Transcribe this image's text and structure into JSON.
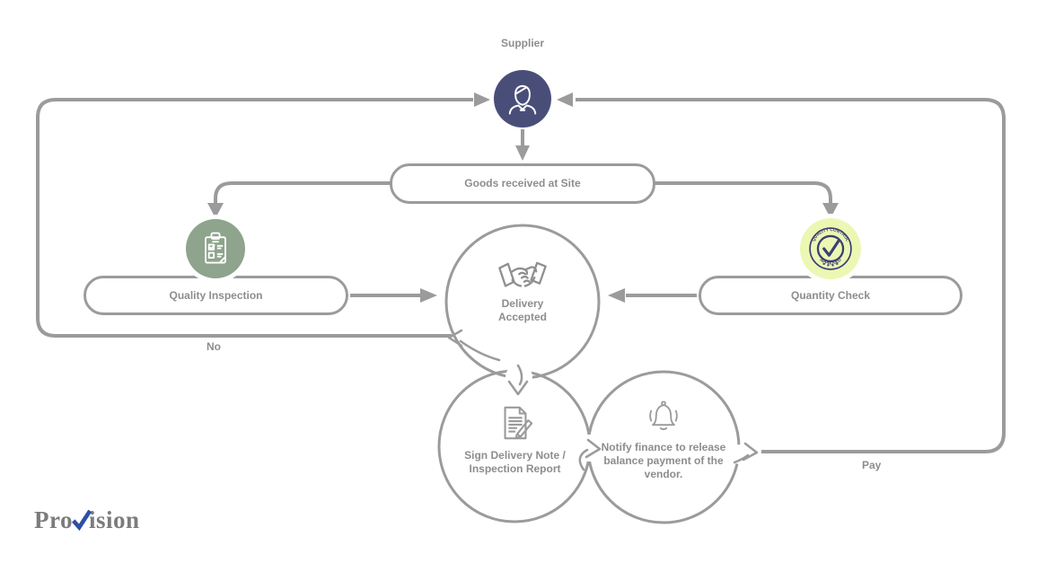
{
  "diagram": {
    "nodes": {
      "supplier": {
        "label": "Supplier"
      },
      "goods": {
        "label": "Goods received at Site"
      },
      "quality": {
        "label": "Quality Inspection"
      },
      "quantity": {
        "label": "Quantity Check"
      },
      "delivery": {
        "label": "Delivery Accepted"
      },
      "sign": {
        "label": "Sign Delivery Note / Inspection Report"
      },
      "notify": {
        "label": "Notify finance to release balance payment of the vendor."
      }
    },
    "edges": {
      "no_label": "No",
      "pay_label": "Pay"
    },
    "seal": {
      "top_text": "QUALITY CONTROL",
      "bottom_text": "APPROVED"
    },
    "colors": {
      "line": "#9b9b9b",
      "text": "#8d8d8d",
      "supplier_circle": "#494e79",
      "quality_circle": "#8ea48c",
      "quantity_circle": "#ecf7b4",
      "seal_navy": "#3c3f70",
      "logo_gray": "#7c7c7c",
      "logo_blue": "#2d50a5"
    },
    "logo": {
      "prefix": "Pro",
      "suffix": "ision"
    }
  }
}
